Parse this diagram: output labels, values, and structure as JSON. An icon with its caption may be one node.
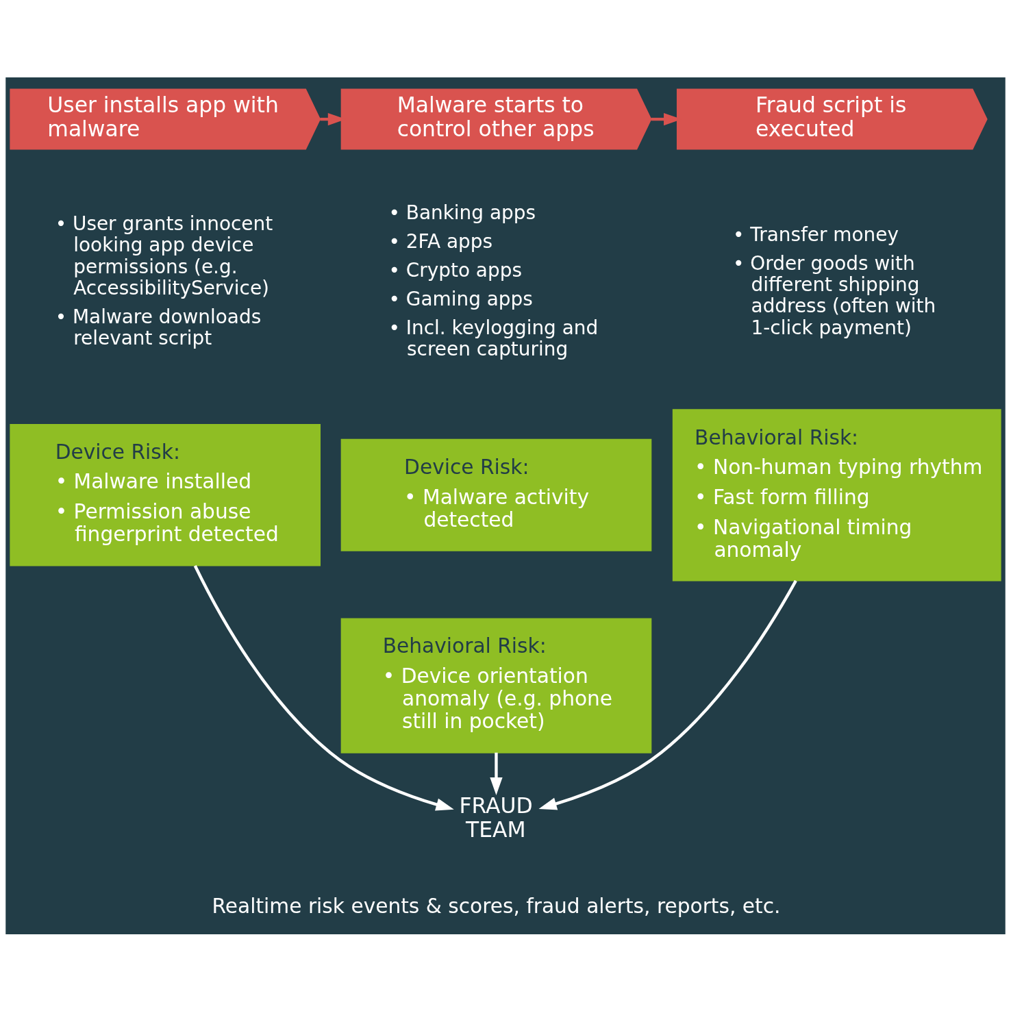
{
  "diagram": {
    "nodes": [
      {
        "text": [
          "User installs app with malware"
        ],
        "beside": [
          "• User grants innocent looking app device permissions (e.g. AccessibilityService)",
          "• Malware downloads relevant script"
        ]
      },
      {
        "text": [
          "Malware starts to control other apps"
        ],
        "beside": [
          "• Banking apps",
          "• 2FA apps",
          "• Crypto apps",
          "• Gaming apps",
          "• Incl. keylogging and screen capturing"
        ]
      },
      {
        "text": [
          "Fraud script is executed"
        ],
        "beside": [
          "• Transfer money",
          "• Order goods with different shipping address (often with 1-click payment)"
        ]
      },
      {
        "text": [
          "Device Risk:",
          "• Malware installed",
          "• Permission abuse fingerprint detected"
        ]
      },
      {
        "text": [
          "Device Risk:",
          "• Malware activity detected"
        ]
      },
      {
        "text": [
          "Behavioral Risk:",
          "• Non-human typing rhythm",
          "• Fast form filling",
          "• Navigational timing anomaly"
        ]
      },
      {
        "text": [
          "Behavioral Risk:",
          "• Device orientation anomaly (e.g. phone still in pocket)"
        ]
      },
      {
        "text": [
          "FRAUD TEAM"
        ]
      }
    ],
    "edges": [
      {
        "from": 0,
        "to": 1,
        "arrow": "to",
        "color": "#d9534f"
      },
      {
        "from": 1,
        "to": 2,
        "arrow": "to",
        "color": "#d9534f"
      },
      {
        "from": 3,
        "to": 7,
        "arrow": "to"
      },
      {
        "from": 6,
        "to": 7,
        "arrow": "to"
      },
      {
        "from": 5,
        "to": 7,
        "arrow": "to"
      }
    ],
    "labels": [
      "Realtime risk events & scores, fraud alerts, reports, etc."
    ]
  }
}
